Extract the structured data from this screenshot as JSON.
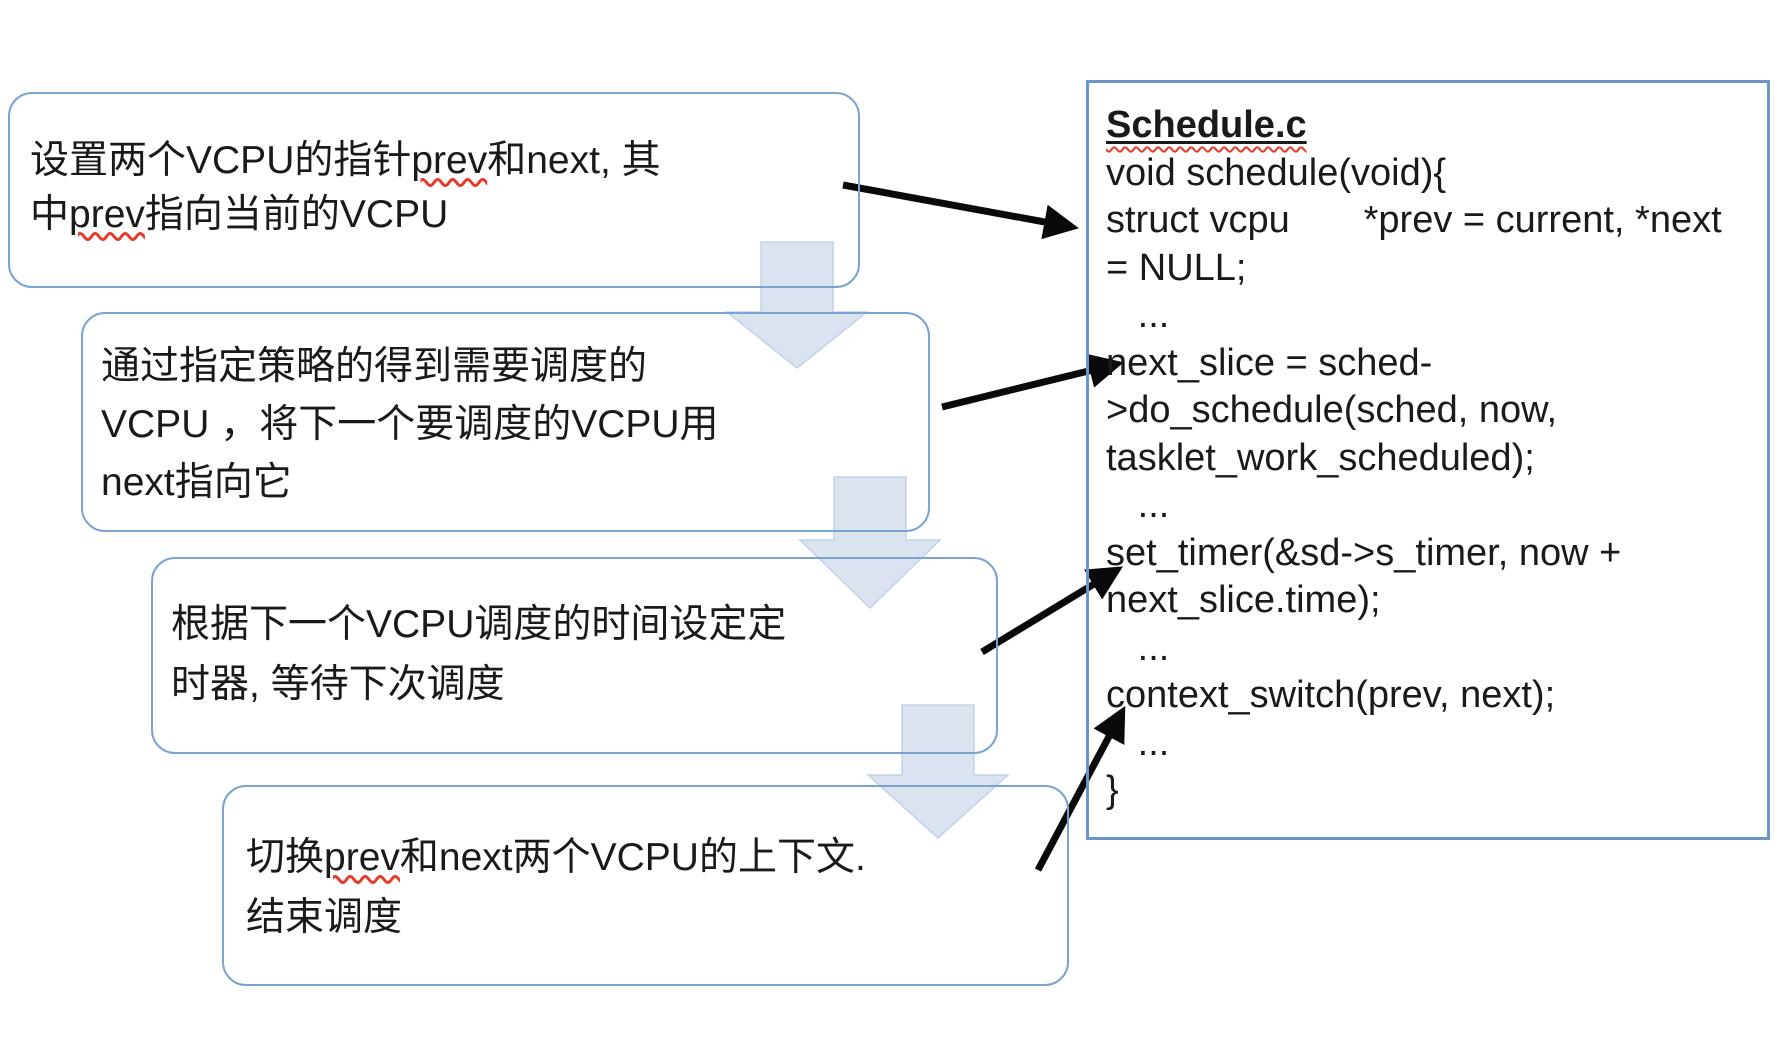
{
  "colors": {
    "flow_box_border": "#7ba3d0",
    "code_box_border": "#6d96c8",
    "down_arrow_fill": "#dbe3f1",
    "down_arrow_edge": "#c3d2e8",
    "arrow_black": "#0a0a0a",
    "squiggle_red": "#e8392b",
    "text": "#1a1a1a"
  },
  "flow_steps": [
    {
      "lines": [
        {
          "pre": "设置两个VCPU的指针",
          "mark": "prev",
          "post": "和next, 其"
        },
        {
          "pre": "中",
          "mark": "prev",
          "post": "指向当前的VCPU"
        }
      ]
    },
    {
      "lines": [
        {
          "pre": "通过指定策略的得到需要调度的",
          "mark": "",
          "post": ""
        },
        {
          "pre": "VCPU ，将下一个要调度的VCPU用",
          "mark": "",
          "post": ""
        },
        {
          "pre": "next指向它",
          "mark": "",
          "post": ""
        }
      ]
    },
    {
      "lines": [
        {
          "pre": "根据下一个VCPU调度的时间设定定",
          "mark": "",
          "post": ""
        },
        {
          "pre": "时器, 等待下次调度",
          "mark": "",
          "post": ""
        }
      ]
    },
    {
      "lines": [
        {
          "pre": "切换",
          "mark": "prev",
          "post": "和next两个VCPU的上下文."
        },
        {
          "pre": "结束调度",
          "mark": "",
          "post": ""
        }
      ]
    }
  ],
  "code_panel": {
    "title": "Schedule.c",
    "lines": [
      "void schedule(void){",
      "struct vcpu       *prev = current, *next",
      "= NULL;",
      "   ...",
      "next_slice = sched-",
      ">do_schedule(sched, now,",
      "tasklet_work_scheduled);",
      "   ...",
      "set_timer(&sd->s_timer, now +",
      "next_slice.time);",
      "   ...",
      "context_switch(prev, next);",
      "   ...",
      "}"
    ]
  }
}
